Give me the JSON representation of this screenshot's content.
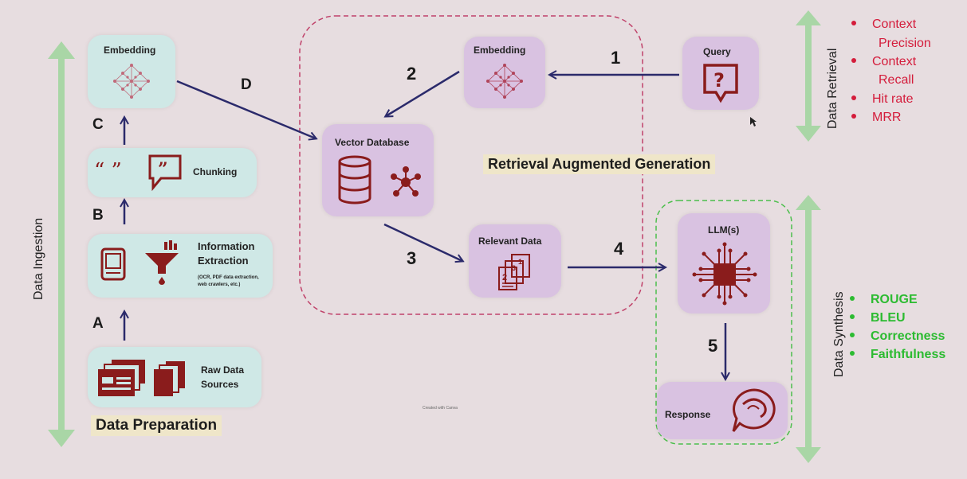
{
  "diagram": {
    "nodes": {
      "embedding_left": "Embedding",
      "chunking": "Chunking",
      "information_extraction_line1": "Information",
      "information_extraction_line2": "Extraction",
      "information_extraction_note_line1": "(OCR, PDF data extraction,",
      "information_extraction_note_line2": "web crawlers, etc.)",
      "raw_data_line1": "Raw Data",
      "raw_data_line2": "Sources",
      "vector_database": "Vector Database",
      "embedding_center": "Embedding",
      "query": "Query",
      "relevant_data": "Relevant Data",
      "llm": "LLM(s)",
      "response": "Response"
    },
    "steps": {
      "a": "A",
      "b": "B",
      "c": "C",
      "d": "D",
      "one": "1",
      "two": "2",
      "three": "3",
      "four": "4",
      "five": "5"
    },
    "banners": {
      "data_preparation": "Data Preparation",
      "rag": "Retrieval Augmented Generation"
    },
    "side_labels": {
      "data_ingestion": "Data Ingestion",
      "data_retrieval": "Data Retrieval",
      "data_synthesis": "Data Synthesis"
    },
    "retrieval_metrics": [
      [
        "Context",
        "Precision"
      ],
      [
        "Context",
        "Recall"
      ],
      [
        "Hit rate"
      ],
      [
        "MRR"
      ]
    ],
    "synthesis_metrics": [
      "ROUGE",
      "BLEU",
      "Correctness",
      "Faithfulness"
    ],
    "watermark": "Created with Canva",
    "colors": {
      "arrow": "#2b2a6b",
      "dark_red": "#8a1c1c",
      "retrieval_metric": "#d41c3b",
      "synthesis_metric": "#2cbb31",
      "teal_box": "#cfe8e6",
      "purple_box": "#d9c2e1",
      "green_arrow": "#a8d8a8"
    }
  }
}
